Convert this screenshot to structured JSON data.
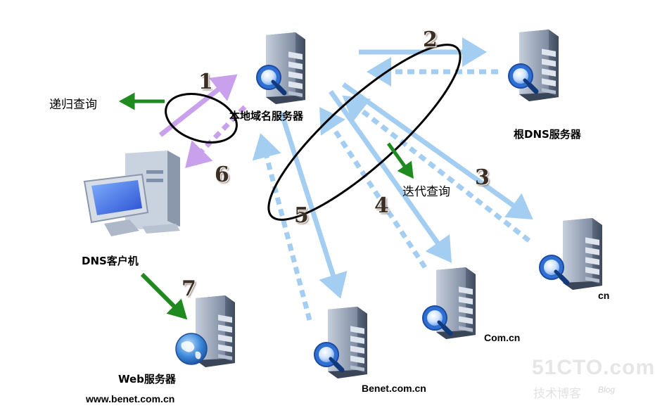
{
  "labels": {
    "recursive_query": "递归查询",
    "iterative_query": "迭代查询",
    "local_dns": "本地域名服务器",
    "root_dns": "根DNS服务器",
    "dns_client": "DNS客户机",
    "web_server": "Web服务器",
    "web_domain": "www.benet.com.cn",
    "cn": "cn",
    "com_cn": "Com.cn",
    "benet": "Benet.com.cn"
  },
  "steps": [
    "1",
    "2",
    "3",
    "4",
    "5",
    "6",
    "7"
  ],
  "watermark": {
    "brand": "51CTO.com",
    "sub": "技术博客",
    "blog": "Blog"
  },
  "colors": {
    "query_arrow": "#a4cdf2",
    "recursive_arrow": "#c9a0ec",
    "callout_arrow": "#1f8a1f",
    "ellipse": "#000000",
    "server_body": "#9aa6ba",
    "magnifier": "#2f6fd1"
  }
}
